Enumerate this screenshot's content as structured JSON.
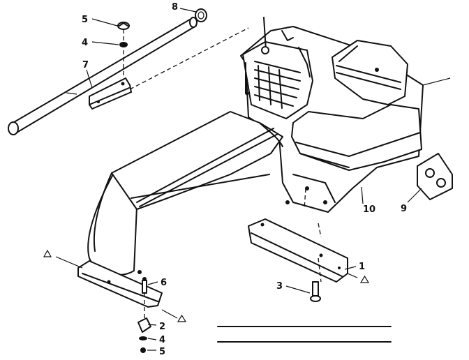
{
  "callouts": {
    "c1": "1",
    "c2": "2",
    "c3": "3",
    "c4a": "4",
    "c4b": "4",
    "c5a": "5",
    "c5b": "5",
    "c6": "6",
    "c7": "7",
    "c8": "8",
    "c9": "9",
    "c10": "10"
  },
  "icons": {
    "reference_marker": "triangle-marker-icon"
  },
  "colors": {
    "ink": "#111111",
    "paper": "#ffffff"
  }
}
